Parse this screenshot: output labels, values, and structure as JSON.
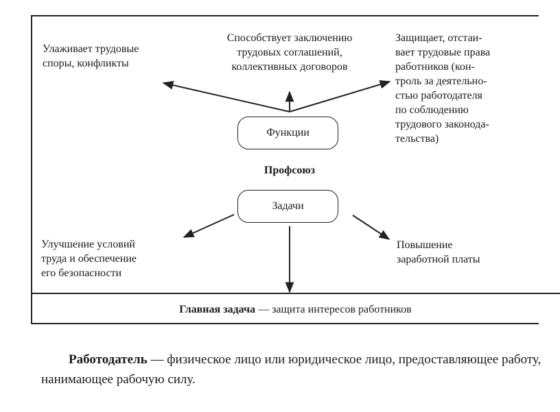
{
  "diagram": {
    "center_label": "Профсоюз",
    "functions_label": "Функции",
    "tasks_label": "Задачи",
    "functions": [
      "Улаживает трудовые споры, конфликты",
      "Способствует заключению трудовых соглашений, коллективных договоров",
      "Защищает, отстаивает трудовые права работников (контроль за деятельностью работодателя по соблюдению трудового законодательства)"
    ],
    "functions_lines": {
      "left": [
        "Улаживает трудовые",
        "споры, конфликты"
      ],
      "middle": [
        "Способствует заключению",
        "трудовых соглашений,",
        "коллективных договоров"
      ],
      "right": [
        "Защищает, отстаи-",
        "вает трудовые права",
        "работников (кон-",
        "троль за деятельно-",
        "стью работодателя",
        "по соблюдению",
        "трудового законода-",
        "тельства)"
      ]
    },
    "tasks_lines": {
      "left": [
        "Улучшение условий",
        "труда и обеспечение",
        "его безопасности"
      ],
      "right": [
        "Повышение",
        "заработной платы"
      ]
    },
    "main_task_bold": "Главная задача",
    "main_task_rest": " — защита интересов работников"
  },
  "definition": {
    "term": "Работодатель",
    "text": " — физическое лицо или юридическое лицо, предоставляющее работу, нанимающее рабочую силу."
  }
}
